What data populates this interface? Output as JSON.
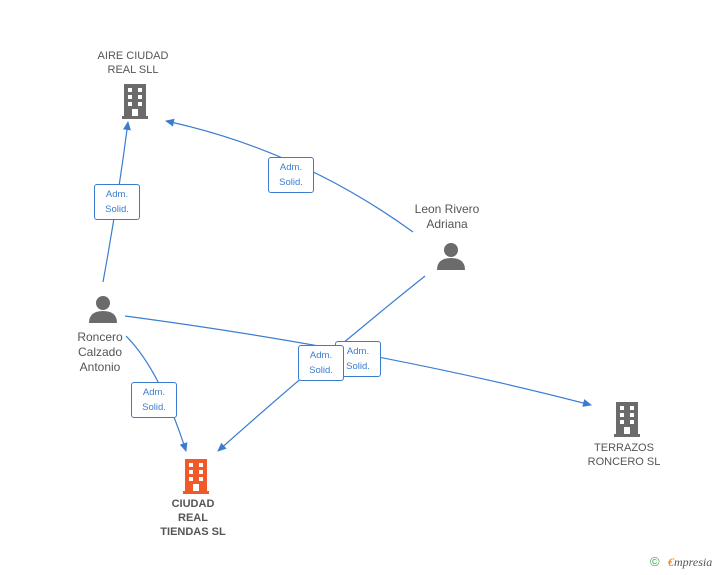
{
  "nodes": {
    "aire": {
      "label_line1": "AIRE CIUDAD",
      "label_line2": "REAL SLL",
      "kind": "company",
      "icon": "building-icon",
      "color": "#6b6b6b"
    },
    "leon": {
      "label_line1": "Leon Rivero",
      "label_line2": "Adriana",
      "kind": "person",
      "icon": "person-icon",
      "color": "#6b6b6b"
    },
    "roncero": {
      "label_line1": "Roncero",
      "label_line2": "Calzado",
      "label_line3": "Antonio",
      "kind": "person",
      "icon": "person-icon",
      "color": "#6b6b6b"
    },
    "terrazos": {
      "label_line1": "TERRAZOS",
      "label_line2": "RONCERO SL",
      "kind": "company",
      "icon": "building-icon",
      "color": "#6b6b6b"
    },
    "ciudad": {
      "label_line1": "CIUDAD",
      "label_line2": "REAL",
      "label_line3": "TIENDAS SL",
      "kind": "company-main",
      "icon": "building-icon",
      "color": "#f05a28"
    }
  },
  "edges": [
    {
      "from": "roncero",
      "to": "aire",
      "label_line1": "Adm.",
      "label_line2": "Solid."
    },
    {
      "from": "leon",
      "to": "aire",
      "label_line1": "Adm.",
      "label_line2": "Solid."
    },
    {
      "from": "roncero",
      "to": "ciudad",
      "label_line1": "Adm.",
      "label_line2": "Solid."
    },
    {
      "from": "leon",
      "to": "ciudad",
      "label_line1": "Adm.",
      "label_line2": "Solid."
    },
    {
      "from": "roncero",
      "to": "terrazos",
      "label_line1": "Adm.",
      "label_line2": "Solid."
    }
  ],
  "edge_color": "#3a7dd0",
  "footer": {
    "copyright_symbol": "©",
    "brand_first": "€",
    "brand_rest": "mpresia"
  }
}
